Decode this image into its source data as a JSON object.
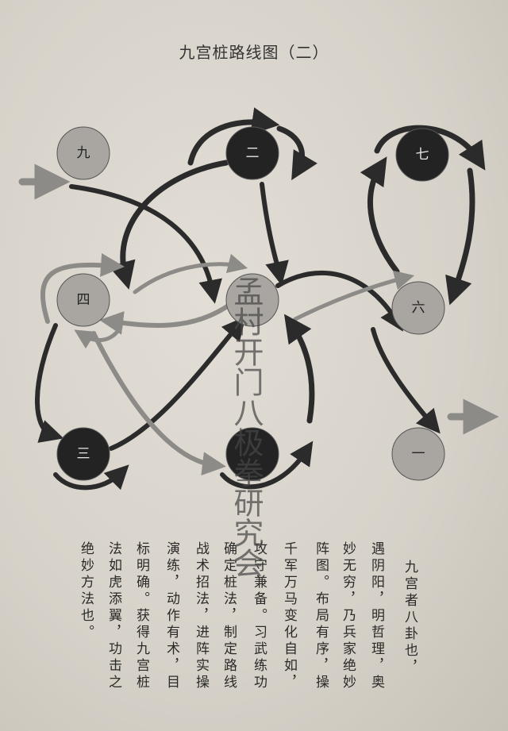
{
  "title": "九宫桩路线图（二）",
  "nodes": [
    {
      "id": "jiu",
      "label": "九",
      "tone": "light"
    },
    {
      "id": "er",
      "label": "二",
      "tone": "dark"
    },
    {
      "id": "qi",
      "label": "七",
      "tone": "dark"
    },
    {
      "id": "si",
      "label": "四",
      "tone": "light"
    },
    {
      "id": "center",
      "label": "",
      "tone": "light"
    },
    {
      "id": "liu",
      "label": "六",
      "tone": "light"
    },
    {
      "id": "san",
      "label": "三",
      "tone": "dark"
    },
    {
      "id": "bottom",
      "label": "",
      "tone": "dark"
    },
    {
      "id": "yi",
      "label": "一",
      "tone": "light"
    }
  ],
  "colors": {
    "light_node": "#a9a6a1",
    "dark_node": "#232324",
    "dark_arrow": "#2b2b2b",
    "grey_arrow": "#8d8b87"
  },
  "text_columns": [
    "九宫者八卦也，",
    "遇阴阳，明哲理，奥",
    "妙无穷，乃兵家绝妙",
    "阵图。布局有序，操",
    "千军万马变化自如，",
    "攻守兼备。习武练功",
    "确定桩法，制定路线",
    "战术招法，进阵实操",
    "演练，动作有术，目",
    "标明确。获得九宫桩",
    "法如虎添翼，功击之",
    "绝妙方法也。"
  ],
  "watermark": "孟村开门八极拳研究会"
}
